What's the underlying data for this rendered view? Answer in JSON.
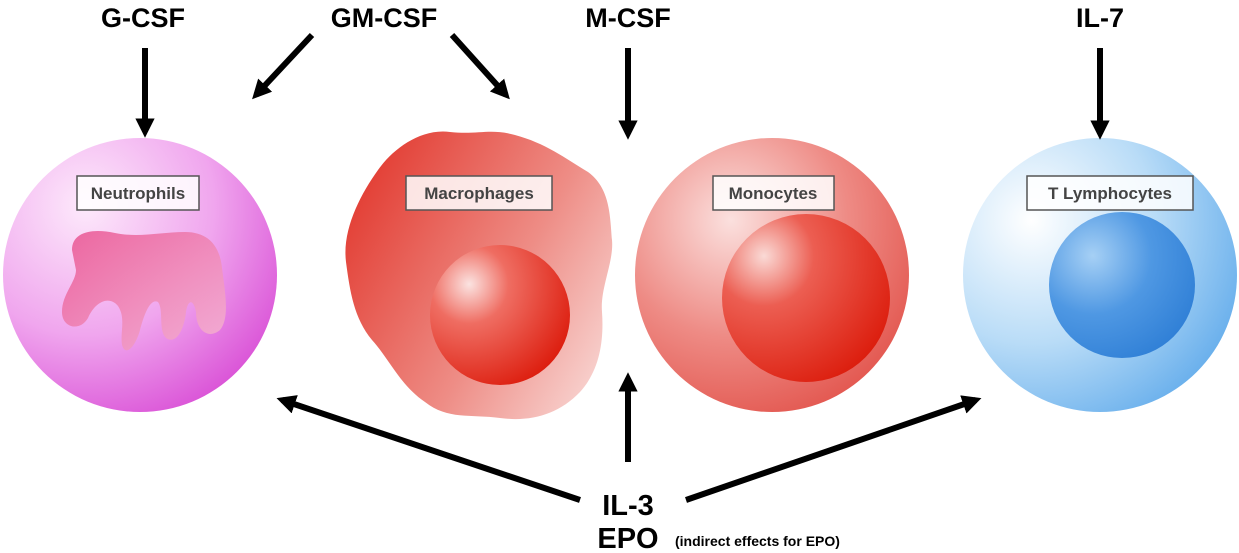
{
  "cytokines": {
    "gcsf": "G-CSF",
    "gmcsf": "GM-CSF",
    "mcsf": "M-CSF",
    "il7": "IL-7",
    "il3": "IL-3",
    "epo": "EPO",
    "epo_note": "(indirect effects for EPO)"
  },
  "cells": {
    "neutrophils": "Neutrophils",
    "macrophages": "Macrophages",
    "monocytes": "Monocytes",
    "t_lymphocytes": "T Lymphocytes"
  },
  "colors": {
    "neutrophil": "#e36fe0",
    "macrophage": "#e8453a",
    "monocyte": "#e55a50",
    "lymphocyte": "#5aa7ea",
    "arrow": "#000000"
  }
}
